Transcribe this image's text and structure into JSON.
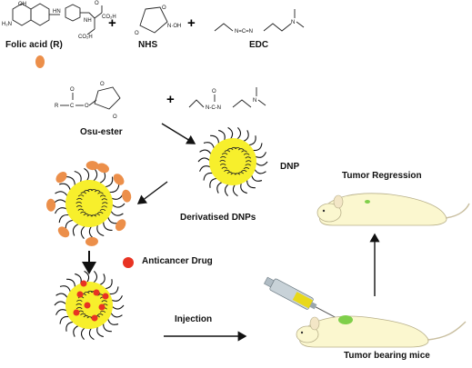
{
  "labels": {
    "folic_acid": "Folic acid (R)",
    "nhs": "NHS",
    "edc": "EDC",
    "osu_ester": "Osu-ester",
    "dnp": "DNP",
    "derivatised_dnps": "Derivatised DNPs",
    "anticancer_drug": "Anticancer Drug",
    "injection": "Injection",
    "tumor_regression": "Tumor Regression",
    "tumor_bearing_mice": "Tumor bearing mice"
  },
  "operators": {
    "plus": "+"
  },
  "colors": {
    "nanoparticle_core": "#f7ef2c",
    "folate_ligand": "#ec8f4a",
    "drug": "#e83323",
    "mouse_body": "#fbf7cf",
    "tumor": "#7fcf4a",
    "syringe_barrel": "#c8d2d8",
    "syringe_liquid": "#e8d81a"
  }
}
